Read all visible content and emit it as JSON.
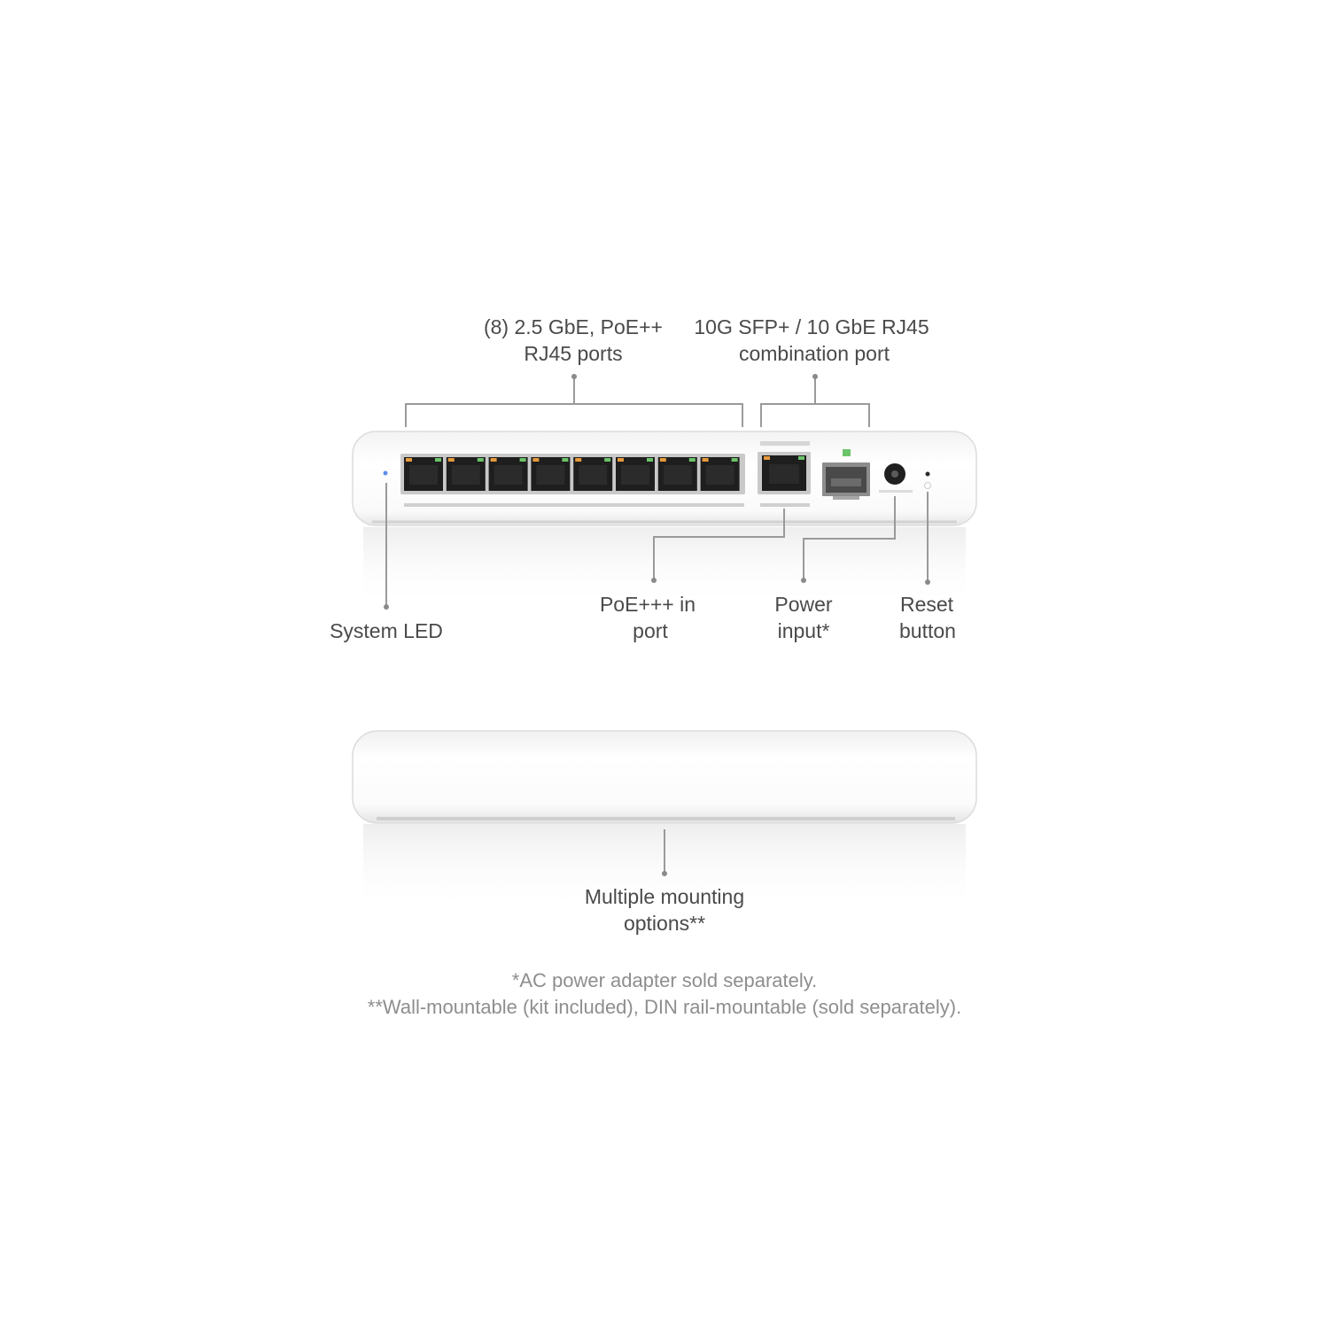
{
  "callouts": {
    "rj45_ports": {
      "line1": "(8) 2.5 GbE, PoE++",
      "line2": "RJ45 ports"
    },
    "combo_port": {
      "line1": "10G SFP+ / 10 GbE RJ45",
      "line2": "combination port"
    },
    "system_led": {
      "line1": "System LED"
    },
    "poe_in": {
      "line1": "PoE+++ in",
      "line2": "port"
    },
    "power_input": {
      "line1": "Power",
      "line2": "input*"
    },
    "reset_button": {
      "line1": "Reset",
      "line2": "button"
    },
    "mounting": {
      "line1": "Multiple mounting",
      "line2": "options**"
    }
  },
  "footnotes": {
    "line1": "*AC power adapter sold separately.",
    "line2": "**Wall-mountable (kit included), DIN rail-mountable (sold separately)."
  },
  "colors": {
    "port_led_green": "#6cc46a",
    "port_led_orange": "#e69a3c",
    "system_led_blue": "#5b8ee6",
    "device_body": "#ffffff"
  }
}
